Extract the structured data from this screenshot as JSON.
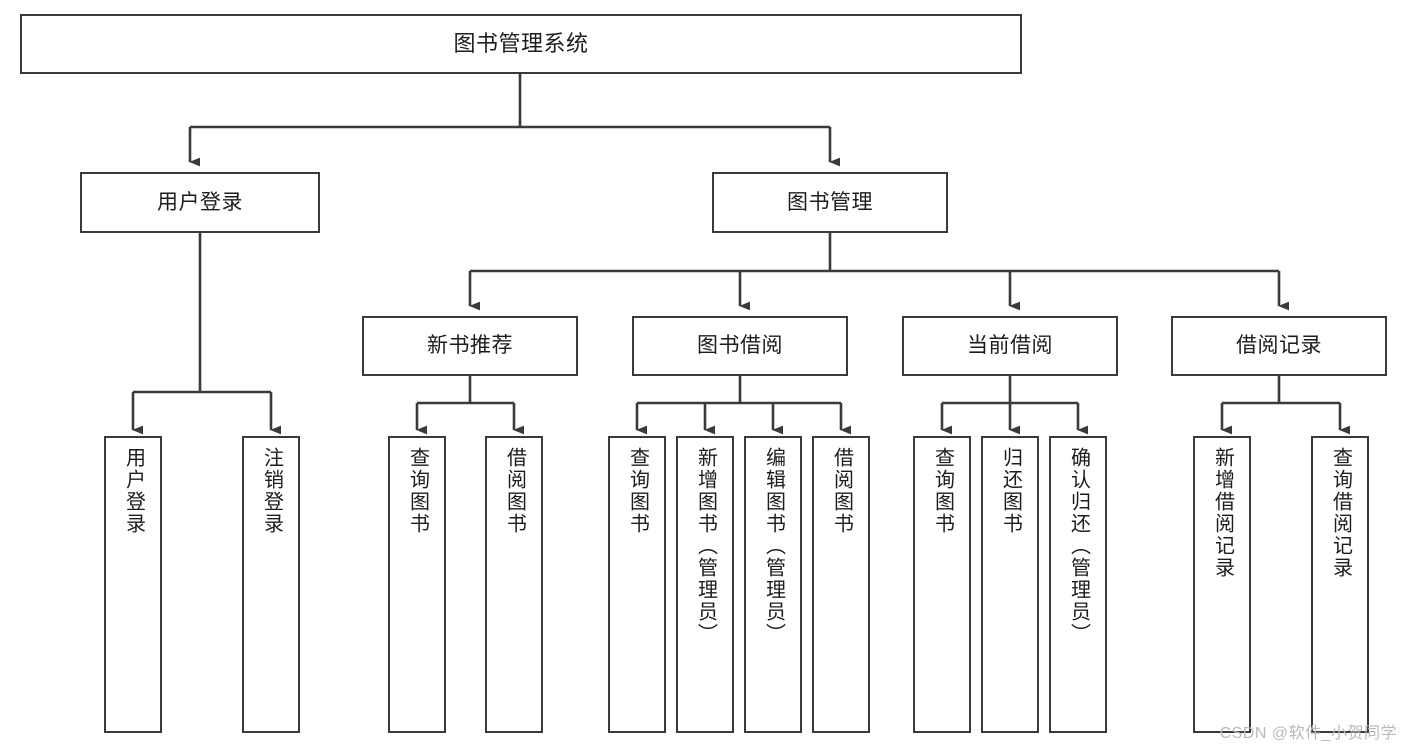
{
  "diagram": {
    "title": "图书管理系统",
    "watermark": "CSDN @软件_小贺同学",
    "line_color": "#3a3a3a",
    "box_fill": "#ffffff",
    "text_color": "#1d1d1d",
    "root": {
      "label": "图书管理系统"
    },
    "level2": [
      {
        "label": "用户登录"
      },
      {
        "label": "图书管理"
      }
    ],
    "level3": [
      {
        "label": "新书推荐"
      },
      {
        "label": "图书借阅"
      },
      {
        "label": "当前借阅"
      },
      {
        "label": "借阅记录"
      }
    ],
    "leaves": {
      "user_login": [
        {
          "label": "用户登录"
        },
        {
          "label": "注销登录"
        }
      ],
      "new_book": [
        {
          "label": "查询图书"
        },
        {
          "label": "借阅图书"
        }
      ],
      "book_borrow": [
        {
          "label": "查询图书"
        },
        {
          "label": "新增图书（管理员）"
        },
        {
          "label": "编辑图书（管理员）"
        },
        {
          "label": "借阅图书"
        }
      ],
      "current_borrow": [
        {
          "label": "查询图书"
        },
        {
          "label": "归还图书"
        },
        {
          "label": "确认归还（管理员）"
        }
      ],
      "borrow_record": [
        {
          "label": "新增借阅记录"
        },
        {
          "label": "查询借阅记录"
        }
      ]
    }
  }
}
